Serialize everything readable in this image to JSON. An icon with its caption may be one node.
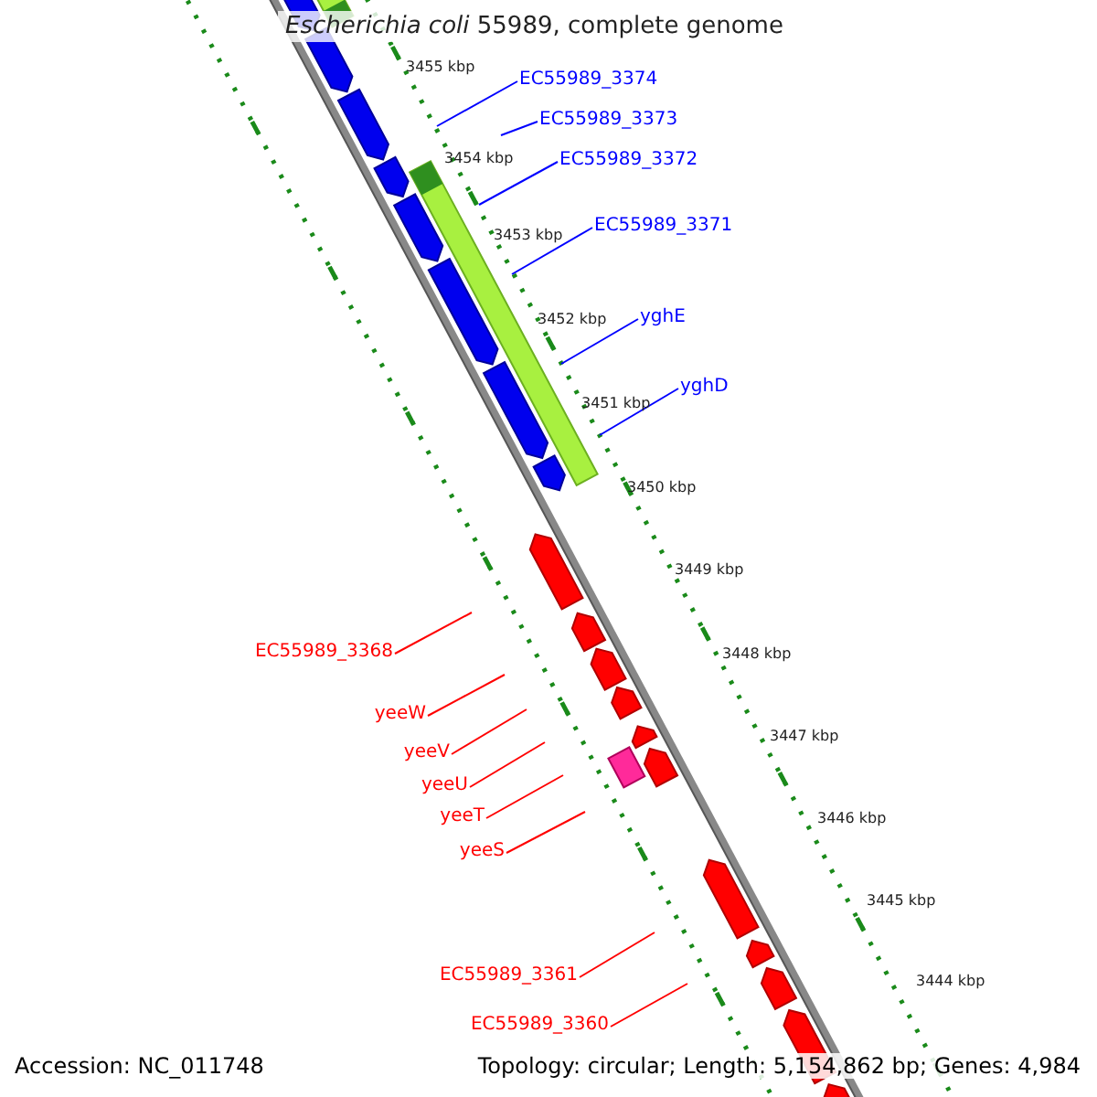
{
  "diagram": {
    "title": "*Escherichia coli* 55989, complete genome",
    "nodes": [
      {
        "text": [
          "EC55989_3374"
        ]
      },
      {
        "text": [
          "EC55989_3373"
        ]
      },
      {
        "text": [
          "EC55989_3372"
        ]
      },
      {
        "text": [
          "EC55989_3371"
        ]
      },
      {
        "text": [
          "yghE"
        ]
      },
      {
        "text": [
          "yghD"
        ]
      },
      {
        "text": [
          "EC55989_3368"
        ]
      },
      {
        "text": [
          "yeeW"
        ]
      },
      {
        "text": [
          "yeeV"
        ]
      },
      {
        "text": [
          "yeeU"
        ]
      },
      {
        "text": [
          "yeeT"
        ]
      },
      {
        "text": [
          "yeeS"
        ]
      },
      {
        "text": [
          "EC55989_3361"
        ]
      },
      {
        "text": [
          "EC55989_3360"
        ]
      }
    ],
    "edges": [
      {
        "from": 0,
        "to": null,
        "arrow": "none",
        "color": "#0000ff"
      },
      {
        "from": 1,
        "to": null,
        "arrow": "none",
        "color": "#0000ff"
      },
      {
        "from": 2,
        "to": null,
        "arrow": "none",
        "color": "#0000ff"
      },
      {
        "from": 3,
        "to": null,
        "arrow": "none",
        "color": "#0000ff"
      },
      {
        "from": 4,
        "to": null,
        "arrow": "none",
        "color": "#0000ff"
      },
      {
        "from": 5,
        "to": null,
        "arrow": "none",
        "color": "#0000ff"
      },
      {
        "from": 6,
        "to": null,
        "arrow": "none"
      },
      {
        "from": 7,
        "to": null,
        "arrow": "none"
      },
      {
        "from": 8,
        "to": null,
        "arrow": "none"
      },
      {
        "from": 9,
        "to": null,
        "arrow": "none"
      },
      {
        "from": 10,
        "to": null,
        "arrow": "none"
      },
      {
        "from": 11,
        "to": null,
        "arrow": "none"
      },
      {
        "from": 12,
        "to": null,
        "arrow": "none"
      },
      {
        "from": 13,
        "to": null,
        "arrow": "none"
      }
    ],
    "labels": [
      "3455 kbp",
      "3454 kbp",
      "3453 kbp",
      "3452 kbp",
      "3451 kbp",
      "3450 kbp",
      "3449 kbp",
      "3448 kbp",
      "3447 kbp",
      "3446 kbp",
      "3445 kbp",
      "3444 kbp",
      "Accession: NC_011748",
      "Topology: circular; Length: 5,154,862 bp; Genes: 4,984"
    ]
  }
}
